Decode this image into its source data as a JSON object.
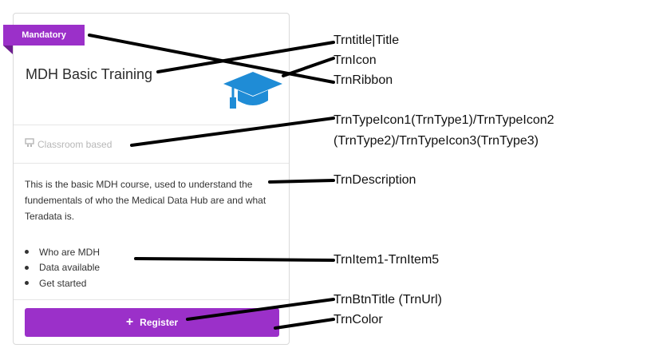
{
  "card": {
    "ribbon_label": "Mandatory",
    "title": "MDH Basic Training",
    "training_icon": "graduation-cap-icon",
    "type_icon": "classroom-icon",
    "type_label": "Classroom based",
    "description": "This is the basic MDH course, used to understand the fundementals of who the Medical Data Hub are and what Teradata is.",
    "items": [
      "Who are MDH",
      "Data available",
      "Get started"
    ],
    "button_label": "Register",
    "button_icon": "plus-icon",
    "accent_color": "#9b30c9",
    "icon_color": "#1f8cd6"
  },
  "annotations": {
    "title": "Trntitle|Title",
    "icon": "TrnIcon",
    "ribbon": "TrnRibbon",
    "type_line1": "TrnTypeIcon1(TrnType1)/TrnTypeIcon2",
    "type_line2": "(TrnType2)/TrnTypeIcon3(TrnType3)",
    "description": "TrnDescription",
    "items": "TrnItem1-TrnItem5",
    "button": "TrnBtnTitle (TrnUrl)",
    "color": "TrnColor"
  }
}
